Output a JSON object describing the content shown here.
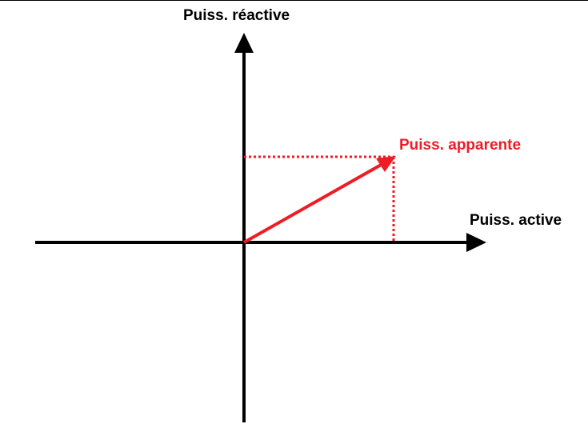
{
  "diagram": {
    "y_axis_label": "Puiss. réactive",
    "x_axis_label": "Puiss. active",
    "vector_label": "Puiss. apparente"
  },
  "colors": {
    "axis": "#000000",
    "vector": "#ee1c25",
    "background": "#ffffff"
  }
}
